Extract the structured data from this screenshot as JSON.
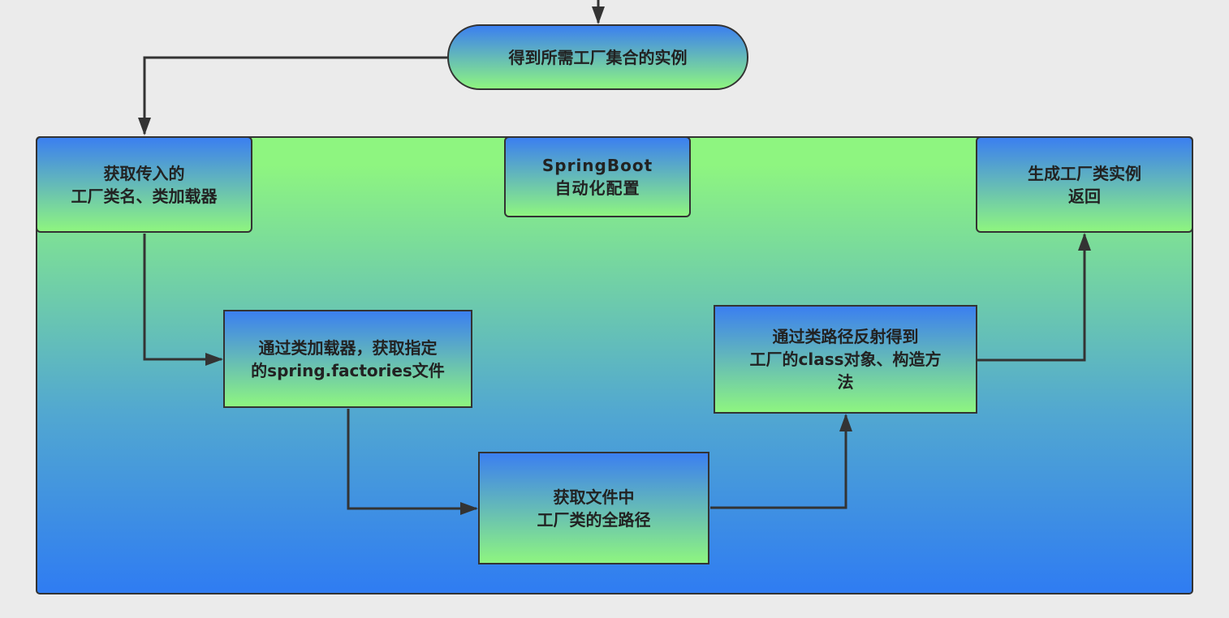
{
  "colors": {
    "background": "#ebebeb",
    "gradient_blue": "#3b7ff0",
    "gradient_green": "#8ef580",
    "border": "#333333",
    "arrow": "#333333"
  },
  "nodes": {
    "start": {
      "label": "得到所需工厂集合的实例"
    },
    "get_params": {
      "label": "获取传入的\n工厂类名、类加载器"
    },
    "springboot": {
      "label": "SpringBoot\n自动化配置"
    },
    "generate": {
      "label": "生成工厂类实例\n返回"
    },
    "load_file": {
      "label": "通过类加载器，获取指定\n的spring.factories文件"
    },
    "get_path": {
      "label": "获取文件中\n工厂类的全路径"
    },
    "reflect": {
      "label": "通过类路径反射得到\n工厂的class对象、构造方\n法"
    }
  }
}
